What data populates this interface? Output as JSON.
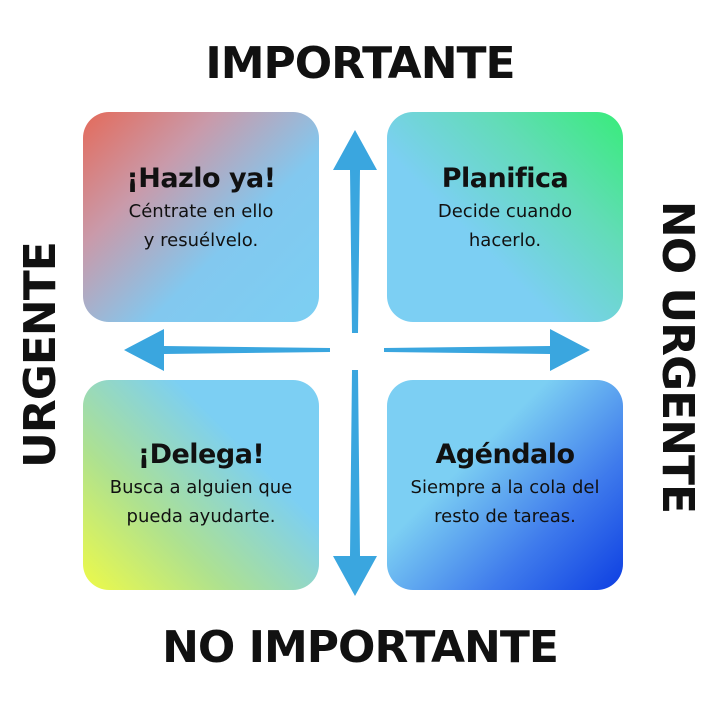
{
  "axes": {
    "top": "IMPORTANTE",
    "bottom": "NO IMPORTANTE",
    "left": "URGENTE",
    "right": "NO URGENTE"
  },
  "quadrants": [
    {
      "title": "¡Hazlo ya!",
      "text": "Céntrate en ello\ny resuélvelo."
    },
    {
      "title": "Planifica",
      "text": "Decide cuando\nhacerlo."
    },
    {
      "title": "¡Delega!",
      "text": "Busca a alguien que\npueda ayudarte."
    },
    {
      "title": "Agéndalo",
      "text": "Siempre a la cola del\nresto de tareas."
    }
  ],
  "colors": {
    "arrow": "#3aa6df",
    "quadrant_base": "#7ccff3",
    "text": "#111111"
  }
}
